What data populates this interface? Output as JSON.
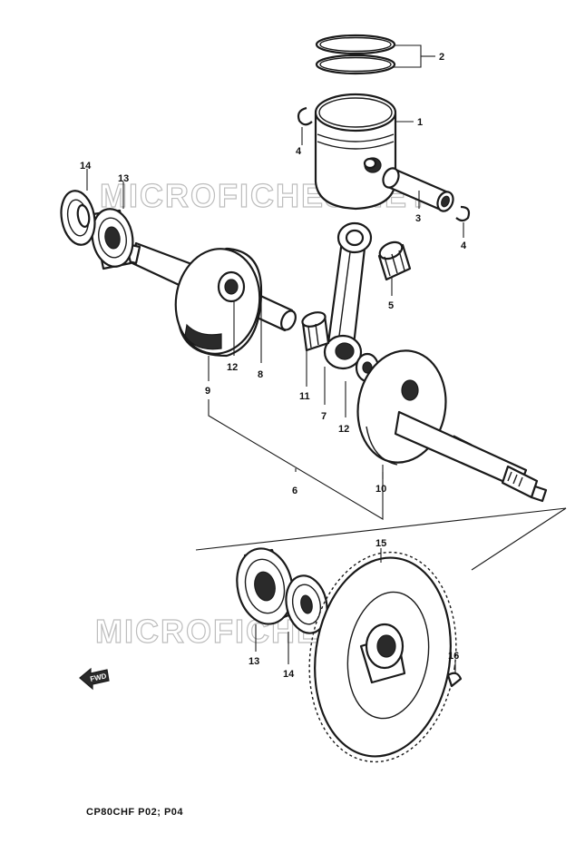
{
  "watermark": "MICROFICHES.NET",
  "model_code": "CP80CHF P02; P04",
  "fwd_label": "FWD",
  "callouts": {
    "c1": "1",
    "c2": "2",
    "c3": "3",
    "c4a": "4",
    "c4b": "4",
    "c5": "5",
    "c6": "6",
    "c7": "7",
    "c8": "8",
    "c9": "9",
    "c10": "10",
    "c11": "11",
    "c12a": "12",
    "c12b": "12",
    "c13a": "13",
    "c13b": "13",
    "c14a": "14",
    "c14b": "14",
    "c15": "15",
    "c16": "16"
  }
}
